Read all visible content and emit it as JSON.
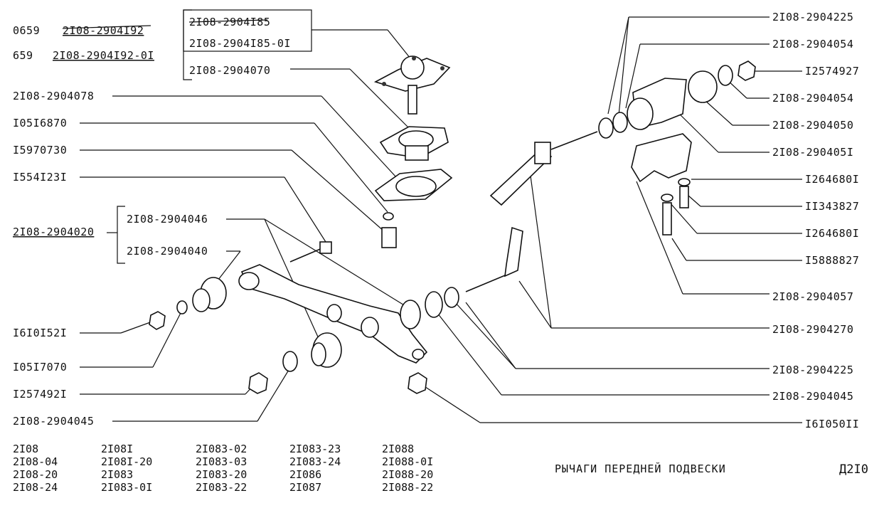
{
  "header_codes": {
    "code_a": "0659",
    "part_a": "2I08-2904I92",
    "code_b": "659",
    "part_b": "2I08-2904I92-0I"
  },
  "bracket_top": [
    "2I08-2904I85",
    "2I08-2904I85-0I",
    "2I08-2904070"
  ],
  "left_labels": [
    "2I08-2904078",
    "I05I6870",
    "I5970730",
    "I554I23I"
  ],
  "arm_group": {
    "assembly": "2I08-2904020",
    "items": [
      "2I08-2904046",
      "2I08-2904040"
    ]
  },
  "left_lower_labels": [
    "I6I0I52I",
    "I05I7070",
    "I257492I",
    "2I08-2904045"
  ],
  "right_labels": [
    "2I08-2904225",
    "2I08-2904054",
    "I2574927",
    "2I08-2904054",
    "2I08-2904050",
    "2I08-290405I",
    "I264680I",
    "II343827",
    "I264680I",
    "I5888827",
    "2I08-2904057",
    "2I08-2904270",
    "2I08-2904225",
    "2I08-2904045",
    "I6I050II"
  ],
  "models": [
    [
      "2I08",
      "2I08-04",
      "2I08-20",
      "2I08-24"
    ],
    [
      "2I08I",
      "2I08I-20",
      "2I083",
      "2I083-0I"
    ],
    [
      "2I083-02",
      "2I083-03",
      "2I083-20",
      "2I083-22"
    ],
    [
      "2I083-23",
      "2I083-24",
      "2I086",
      "2I087"
    ],
    [
      "2I088",
      "2I088-0I",
      "2I088-20",
      "2I088-22"
    ]
  ],
  "title": "РЫЧАГИ ПЕРЕДНЕЙ ПОДВЕСКИ",
  "page_code": "Д2I0"
}
